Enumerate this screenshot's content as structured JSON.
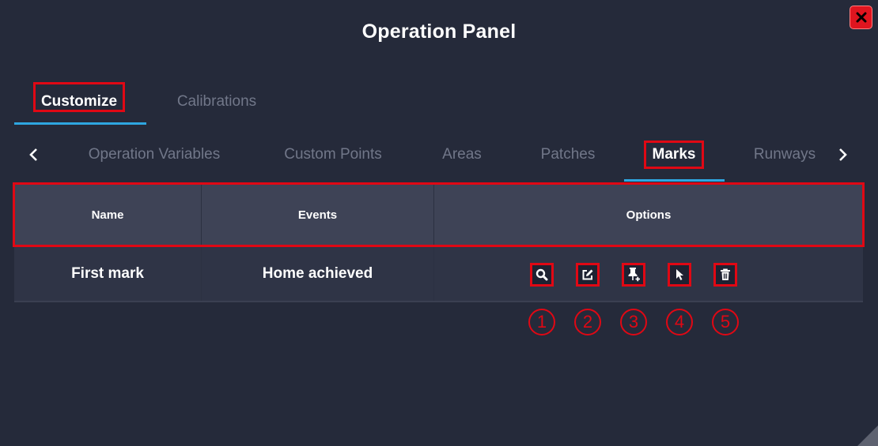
{
  "window": {
    "title": "Operation Panel",
    "close_icon": "close-icon"
  },
  "main_tabs": [
    {
      "label": "Customize",
      "active": true
    },
    {
      "label": "Calibrations",
      "active": false
    }
  ],
  "sub_tabs": [
    {
      "label": "Operation Variables",
      "active": false
    },
    {
      "label": "Custom Points",
      "active": false
    },
    {
      "label": "Areas",
      "active": false
    },
    {
      "label": "Patches",
      "active": false
    },
    {
      "label": "Marks",
      "active": true
    },
    {
      "label": "Runways",
      "active": false
    }
  ],
  "table": {
    "headers": [
      "Name",
      "Events",
      "Options"
    ],
    "rows": [
      {
        "name": "First mark",
        "events": "Home achieved"
      }
    ]
  },
  "options": [
    {
      "icon": "zoom-icon",
      "callout": "1"
    },
    {
      "icon": "edit-icon",
      "callout": "2"
    },
    {
      "icon": "pin-add-icon",
      "callout": "3"
    },
    {
      "icon": "cursor-icon",
      "callout": "4"
    },
    {
      "icon": "trash-icon",
      "callout": "5"
    }
  ],
  "colors": {
    "accent": "#2ea6e0",
    "annotation": "#e00814",
    "background": "#252a3a",
    "close": "#e0151f"
  }
}
